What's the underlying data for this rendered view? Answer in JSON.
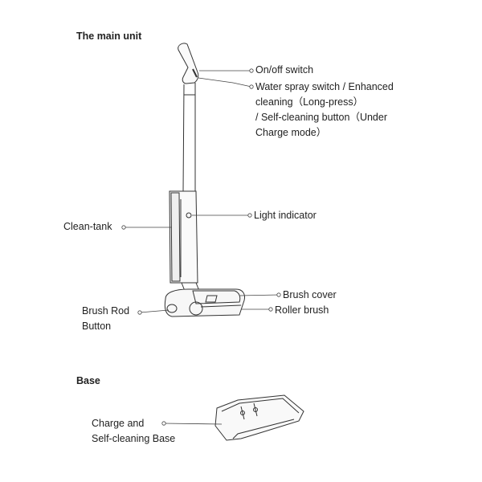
{
  "sections": {
    "main_unit": "The main unit",
    "base": "Base"
  },
  "labels": {
    "onoff": "On/off switch",
    "spray": [
      "Water spray switch / Enhanced",
      "cleaning（Long-press）",
      "/ Self-cleaning button（Under",
      "Charge mode）"
    ],
    "light": "Light indicator",
    "cleantank": "Clean-tank",
    "brushcover": "Brush cover",
    "roller": "Roller brush",
    "brushrod": [
      "Brush Rod",
      "Button"
    ],
    "charge": [
      "Charge and",
      "Self-cleaning Base"
    ]
  }
}
